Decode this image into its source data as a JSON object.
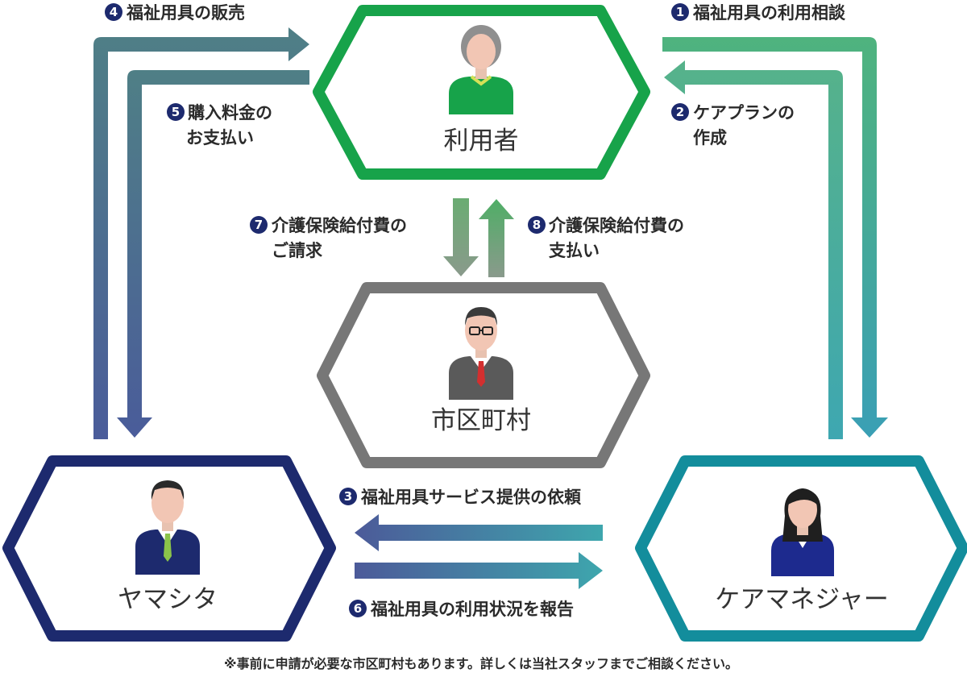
{
  "colors": {
    "user": "#17a34a",
    "city": "#777777",
    "shop": "#1d2a6e",
    "manager": "#138d9c",
    "badge": "#1d2a6e"
  },
  "nodes": {
    "user": {
      "label": "利用者",
      "icon": "elderly-person-icon"
    },
    "city": {
      "label": "市区町村",
      "icon": "official-man-icon"
    },
    "shop": {
      "label": "ヤマシタ",
      "icon": "staff-man-icon"
    },
    "manager": {
      "label": "ケアマネジャー",
      "icon": "staff-woman-icon"
    }
  },
  "steps": [
    {
      "num": "1",
      "lines": [
        "福祉用具の利用相談"
      ]
    },
    {
      "num": "2",
      "lines": [
        "ケアプランの",
        "作成"
      ]
    },
    {
      "num": "3",
      "lines": [
        "福祉用具サービス提供の依頼"
      ]
    },
    {
      "num": "4",
      "lines": [
        "福祉用具の販売"
      ]
    },
    {
      "num": "5",
      "lines": [
        "購入料金の",
        "お支払い"
      ]
    },
    {
      "num": "6",
      "lines": [
        "福祉用具の利用状況を報告"
      ]
    },
    {
      "num": "7",
      "lines": [
        "介護保険給付費の",
        "ご請求"
      ]
    },
    {
      "num": "8",
      "lines": [
        "介護保険給付費の",
        "支払い"
      ]
    }
  ],
  "footnote": "※事前に申請が必要な市区町村もあります。詳しくは当社スタッフまでご相談ください。"
}
